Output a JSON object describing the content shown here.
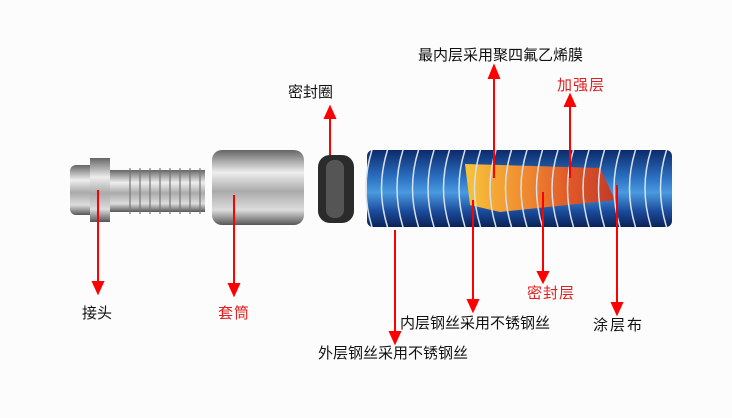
{
  "labels": {
    "ptfe": "最内层采用聚四氟乙烯膜",
    "reinforce": "加强层",
    "seal_ring": "密封圈",
    "fitting": "接头",
    "sleeve": "套筒",
    "seal_layer": "密封层",
    "inner_wire": "内层钢丝采用不锈钢丝",
    "coating": "涂层布",
    "outer_wire": "外层钢丝采用不锈钢丝"
  },
  "colors": {
    "arrow": "#ff0000",
    "red_label": "#e02020",
    "hose": "#1e5fb0"
  }
}
